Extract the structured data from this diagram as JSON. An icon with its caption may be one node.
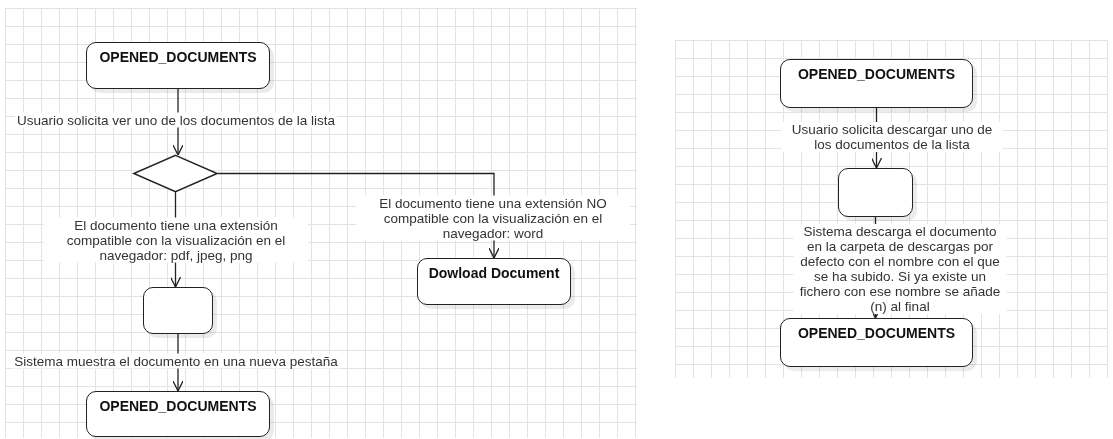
{
  "diagram": {
    "nodes": [
      {
        "text": [
          "OPENED_DOCUMENTS"
        ]
      },
      {
        "text": [],
        "shape": "diamond"
      },
      {
        "text": [],
        "shape": "box"
      },
      {
        "text": [
          "Dowload Document"
        ]
      },
      {
        "text": [
          "OPENED_DOCUMENTS"
        ]
      },
      {
        "text": [
          "OPENED_DOCUMENTS"
        ]
      },
      {
        "text": [],
        "shape": "box"
      },
      {
        "text": [
          "OPENED_DOCUMENTS"
        ]
      }
    ],
    "edges": [
      {
        "from": 0,
        "to": 1,
        "arrow": "to",
        "label": "Usuario solicita ver uno de los documentos de la lista"
      },
      {
        "from": 1,
        "to": 2,
        "arrow": "to",
        "label": "El documento tiene una extensión compatible con la visualización en el navegador: pdf, jpeg, png"
      },
      {
        "from": 1,
        "to": 3,
        "arrow": "to",
        "label": "El documento tiene una extensión NO compatible con la visualización en el navegador: word"
      },
      {
        "from": 2,
        "to": 4,
        "arrow": "to",
        "label": "Sistema muestra el documento en una nueva pestaña"
      },
      {
        "from": 5,
        "to": 6,
        "arrow": "to",
        "label": "Usuario solicita descargar uno de los documentos de la lista"
      },
      {
        "from": 6,
        "to": 7,
        "arrow": "to",
        "label": "Sistema descarga el documento en la carpeta de descargas por defecto con el nombre con el que se ha subido. Si ya existe un fichero con ese nombre se añade (n) al final"
      }
    ]
  }
}
